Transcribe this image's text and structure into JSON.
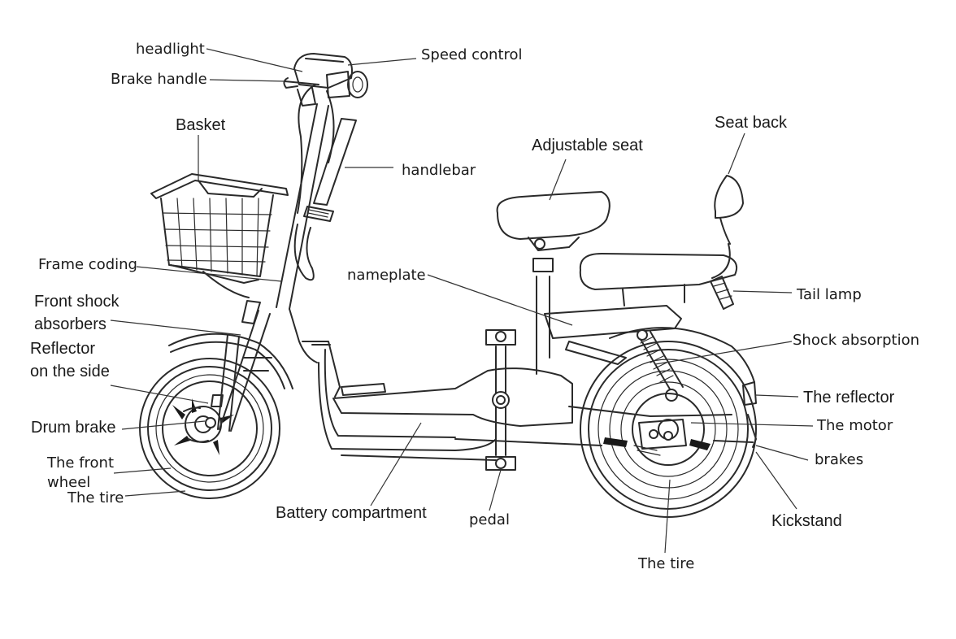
{
  "labels": {
    "headlight": "headlight",
    "speed_control": "Speed control",
    "brake_handle": "Brake handle",
    "basket": "Basket",
    "handlebar": "handlebar",
    "adjustable_seat": "Adjustable seat",
    "seat_back": "Seat back",
    "frame_coding": "Frame coding",
    "nameplate": "nameplate",
    "tail_lamp": "Tail lamp",
    "front_shock_1": "Front shock",
    "front_shock_2": "absorbers",
    "reflector_side_1": "Reflector",
    "reflector_side_2": "on the side",
    "shock_absorption": "Shock absorption",
    "the_reflector": "The reflector",
    "drum_brake": "Drum brake",
    "the_motor": "The motor",
    "front_wheel_1": "The front",
    "front_wheel_2": "wheel",
    "brakes": "brakes",
    "tire_front": "The tire",
    "battery_compartment": "Battery compartment",
    "pedal": "pedal",
    "kickstand": "Kickstand",
    "tire_rear": "The tire"
  },
  "icons": {
    "illustration": "electric-scooter-line-drawing"
  }
}
